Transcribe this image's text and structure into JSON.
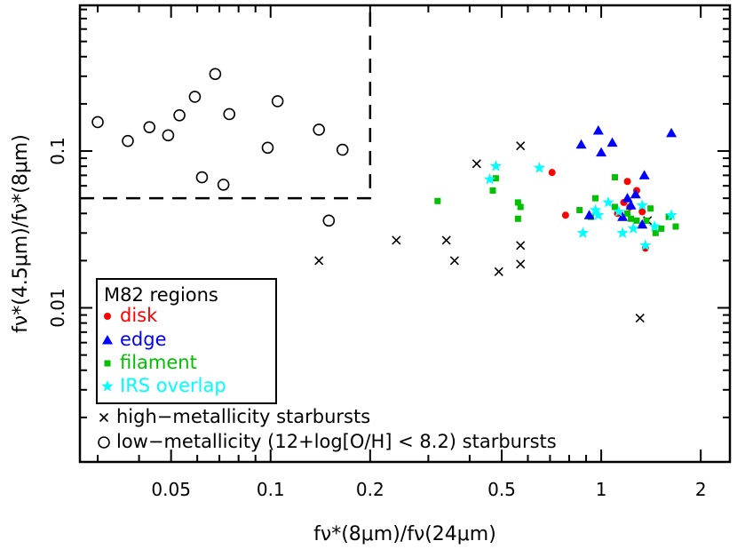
{
  "chart_data": {
    "type": "scatter",
    "xlabel": "fν*(8μm)/fν(24μm)",
    "ylabel": "fν*(4.5μm)/fν*(8μm)",
    "x_scale": "log",
    "y_scale": "log",
    "xlim": [
      0.0265,
      2.45
    ],
    "ylim": [
      0.00104,
      0.85
    ],
    "x_ticks": [
      {
        "value": 0.05,
        "label": "0.05"
      },
      {
        "value": 0.1,
        "label": "0.1"
      },
      {
        "value": 0.2,
        "label": "0.2"
      },
      {
        "value": 0.5,
        "label": "0.5"
      },
      {
        "value": 1,
        "label": "1"
      },
      {
        "value": 2,
        "label": "2"
      }
    ],
    "y_ticks": [
      {
        "value": 0.01,
        "label": "0.01"
      },
      {
        "value": 0.1,
        "label": "0.1"
      }
    ],
    "low_metallicity_box": {
      "x_max": 0.2,
      "y_min": 0.05
    },
    "legend_box_title": "M82 regions",
    "series": [
      {
        "name": "disk",
        "marker": "circle-filled",
        "color": "#ff0000",
        "points": [
          [
            0.71,
            0.073
          ],
          [
            0.78,
            0.039
          ],
          [
            1.12,
            0.04
          ],
          [
            1.17,
            0.047
          ],
          [
            1.2,
            0.064
          ],
          [
            1.22,
            0.044
          ],
          [
            1.28,
            0.056
          ],
          [
            1.33,
            0.041
          ],
          [
            1.36,
            0.024
          ]
        ]
      },
      {
        "name": "edge",
        "marker": "triangle-filled",
        "color": "#0000ff",
        "points": [
          [
            0.87,
            0.11
          ],
          [
            0.92,
            0.039
          ],
          [
            0.98,
            0.135
          ],
          [
            1.0,
            0.098
          ],
          [
            1.08,
            0.113
          ],
          [
            1.16,
            0.038
          ],
          [
            1.2,
            0.05
          ],
          [
            1.23,
            0.045
          ],
          [
            1.27,
            0.053
          ],
          [
            1.33,
            0.034
          ],
          [
            1.35,
            0.07
          ],
          [
            1.63,
            0.13
          ]
        ]
      },
      {
        "name": "filament",
        "marker": "square-filled",
        "color": "#00c000",
        "points": [
          [
            0.32,
            0.048
          ],
          [
            0.47,
            0.056
          ],
          [
            0.48,
            0.067
          ],
          [
            0.56,
            0.047
          ],
          [
            0.56,
            0.037
          ],
          [
            0.57,
            0.044
          ],
          [
            0.86,
            0.042
          ],
          [
            0.93,
            0.038
          ],
          [
            0.96,
            0.05
          ],
          [
            1.1,
            0.044
          ],
          [
            1.1,
            0.068
          ],
          [
            1.2,
            0.04
          ],
          [
            1.23,
            0.037
          ],
          [
            1.28,
            0.036
          ],
          [
            1.37,
            0.036
          ],
          [
            1.41,
            0.043
          ],
          [
            1.46,
            0.03
          ],
          [
            1.52,
            0.032
          ],
          [
            1.6,
            0.038
          ],
          [
            1.68,
            0.033
          ]
        ]
      },
      {
        "name": "IRS overlap",
        "marker": "star-filled",
        "color": "#00ffff",
        "points": [
          [
            0.46,
            0.066
          ],
          [
            0.48,
            0.08
          ],
          [
            0.65,
            0.078
          ],
          [
            0.88,
            0.03
          ],
          [
            0.96,
            0.042
          ],
          [
            0.98,
            0.039
          ],
          [
            1.05,
            0.047
          ],
          [
            1.13,
            0.041
          ],
          [
            1.16,
            0.03
          ],
          [
            1.25,
            0.032
          ],
          [
            1.33,
            0.045
          ],
          [
            1.36,
            0.025
          ],
          [
            1.45,
            0.033
          ],
          [
            1.63,
            0.039
          ]
        ]
      },
      {
        "name": "high-metallicity starbursts",
        "legend_label": "high−metallicity starbursts",
        "marker": "x",
        "color": "#000000",
        "points": [
          [
            0.14,
            0.02
          ],
          [
            0.24,
            0.027
          ],
          [
            0.34,
            0.027
          ],
          [
            0.36,
            0.02
          ],
          [
            0.42,
            0.083
          ],
          [
            0.49,
            0.017
          ],
          [
            0.57,
            0.108
          ],
          [
            0.57,
            0.025
          ],
          [
            0.57,
            0.019
          ],
          [
            1.31,
            0.0086
          ],
          [
            1.38,
            0.036
          ]
        ]
      },
      {
        "name": "low-metallicity starbursts",
        "legend_label": "low−metallicity (12+log[O/H] < 8.2) starbursts",
        "marker": "circle-open",
        "color": "#000000",
        "points": [
          [
            0.03,
            0.153
          ],
          [
            0.037,
            0.116
          ],
          [
            0.043,
            0.142
          ],
          [
            0.049,
            0.126
          ],
          [
            0.053,
            0.169
          ],
          [
            0.059,
            0.222
          ],
          [
            0.062,
            0.068
          ],
          [
            0.068,
            0.31
          ],
          [
            0.072,
            0.061
          ],
          [
            0.075,
            0.172
          ],
          [
            0.098,
            0.105
          ],
          [
            0.105,
            0.208
          ],
          [
            0.14,
            0.137
          ],
          [
            0.15,
            0.036
          ],
          [
            0.165,
            0.102
          ]
        ]
      }
    ]
  }
}
